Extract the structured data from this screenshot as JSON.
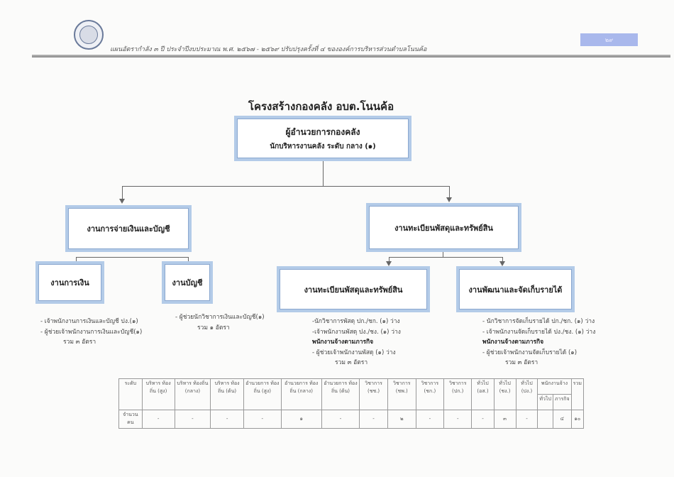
{
  "header": {
    "text": "แผนอัตรากำลัง ๓ ปี ประจำปีงบประมาณ พ.ศ. ๒๕๖๗ - ๒๕๖๙ ปรับปรุงครั้งที่ ๔ ขององค์การบริหารส่วนตำบลโนนค้อ",
    "page": "๒๙"
  },
  "title": "โครงสร้างกองคลัง  อบต.โนนค้อ",
  "top": {
    "title": "ผู้อำนวยการกองคลัง",
    "subtitle": "นักบริหารงานคลัง ระดับ กลาง (๑)"
  },
  "left": {
    "title": "งานการจ่ายเงินและบัญชี",
    "sub1": {
      "title": "งานการเงิน",
      "items": [
        "- เจ้าพนักงานการเงินและบัญชี ปง.(๑)",
        "- ผู้ช่วยเจ้าพนักงานการเงินและบัญชี(๑)"
      ],
      "total": "รวม  ๓ อัตรา"
    },
    "sub2": {
      "title": "งานบัญชี",
      "items": [
        "- ผู้ช่วยนักวิชาการเงินและบัญชี(๑)"
      ],
      "total": "รวม  ๑ อัตรา"
    }
  },
  "right": {
    "title": "งานทะเบียนพัสดุและทรัพย์สิน",
    "sub1": {
      "title": "งานทะเบียนพัสดุและทรัพย์สิน",
      "items": [
        "-นักวิชาการพัสดุ ปก./ชก. (๑) ว่าง",
        "-เจ้าพนักงานพัสดุ ปง./ชง. (๑) ว่าง"
      ],
      "heading": "พนักงานจ้างตามภารกิจ",
      "items2": [
        "- ผู้ช่วยเจ้าพนักงานพัสดุ (๑) ว่าง"
      ],
      "total": "รวม  ๓  อัตรา"
    },
    "sub2": {
      "title": "งานพัฒนาและจัดเก็บรายได้",
      "items": [
        "- นักวิชาการจัดเก็บรายได้ ปก./ชก. (๑) ว่าง",
        "- เจ้าพนักงานจัดเก็บรายได้ ปง./ชง. (๑) ว่าง"
      ],
      "heading": "พนักงานจ้างตามภารกิจ",
      "items2": [
        "- ผู้ช่วยเจ้าพนักงานจัดเก็บรายได้ (๑)"
      ],
      "total": "รวม  ๓ อัตรา"
    }
  },
  "table": {
    "headers": [
      "ระดับ",
      "บริหาร ท้องถิ่น (สูง)",
      "บริหาร ท้องถิ่น (กลาง)",
      "บริหาร ท้องถิ่น (ต้น)",
      "อำนวยการ ท้องถิ่น (สูง)",
      "อำนวยการ ท้องถิ่น (กลาง)",
      "อำนวยการ ท้องถิ่น (ต้น)",
      "วิชาการ (ชช.)",
      "วิชาการ (ชพ.)",
      "วิชาการ (ชก.)",
      "วิชาการ (ปก.)",
      "ทั่วไป (อส.)",
      "ทั่วไป (ชง.)",
      "ทั่วไป (ปง.)"
    ],
    "employee_header": "พนักงานจ้าง",
    "employee_sub": [
      "ทั่วไป",
      "ภารกิจ"
    ],
    "total_header": "รวม",
    "row_label": "จำนวน คน",
    "values": [
      "-",
      "-",
      "-",
      "-",
      "๑",
      "-",
      "-",
      "๒",
      "-",
      "-",
      "-",
      "๓",
      "-",
      "",
      "๔",
      "๑๐"
    ]
  }
}
